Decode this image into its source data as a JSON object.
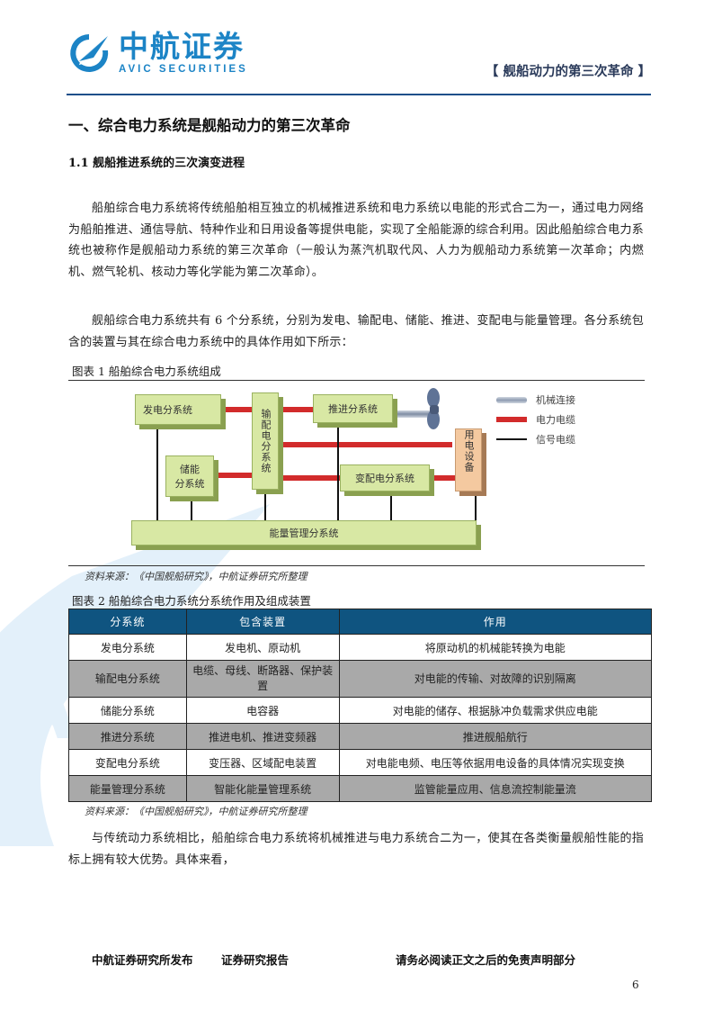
{
  "header": {
    "logo_cn": "中航证券",
    "logo_en": "AVIC SECURITIES",
    "logo_mark_text": "AVIC",
    "report_tag": "【 舰船动力的第三次革命 】"
  },
  "section": {
    "h1": "一、综合电力系统是舰船动力的第三次革命",
    "h2": "1.1 舰船推进系统的三次演变进程"
  },
  "paragraphs": [
    "船舶综合电力系统将传统船舶相互独立的机械推进系统和电力系统以电能的形式合二为一，通过电力网络为船舶推进、通信导航、特种作业和日用设备等提供电能，实现了全船能源的综合利用。因此船舶综合电力系统也被称作是舰船动力系统的第三次革命（一般认为蒸汽机取代风、人力为舰船动力系统第一次革命；内燃机、燃气轮机、核动力等化学能为第二次革命）。",
    "舰船综合电力系统共有 6 个分系统，分别为发电、输配电、储能、推进、变配电与能量管理。各分系统包含的装置与其在综合电力系统中的具体作用如下所示：",
    "与传统动力系统相比，船舶综合电力系统将机械推进与电力系统合二为一，使其在各类衡量舰船性能的指标上拥有较大优势。具体来看，"
  ],
  "figure1": {
    "title": "图表 1 船舶综合电力系统组成",
    "source": "资料来源：《中国舰船研究》，中航证券研究所整理",
    "boxes": {
      "generation": "发电分系统",
      "distribution": "输配电分系统",
      "propulsion": "推进分系统",
      "storage_line1": "储能",
      "storage_line2": "分系统",
      "conversion": "变配电分系统",
      "load": "用电设备",
      "energy_mgmt": "能量管理分系统"
    },
    "legend": [
      {
        "label": "机械连接",
        "color": "#8e9bb0"
      },
      {
        "label": "电力电缆",
        "color": "#d22b2b"
      },
      {
        "label": "信号电缆",
        "color": "#111111"
      }
    ]
  },
  "figure2": {
    "title": "图表 2 船舶综合电力系统分系统作用及组成装置",
    "source": "资料来源：《中国舰船研究》，中航证券研究所整理",
    "columns": [
      "分系统",
      "包含装置",
      "作用"
    ],
    "rows": [
      [
        "发电分系统",
        "发电机、原动机",
        "将原动机的机械能转换为电能"
      ],
      [
        "输配电分系统",
        "电缆、母线、断路器、保护装置",
        "对电能的传输、对故障的识别隔离"
      ],
      [
        "储能分系统",
        "电容器",
        "对电能的储存、根据脉冲负载需求供应电能"
      ],
      [
        "推进分系统",
        "推进电机、推进变频器",
        "推进舰船航行"
      ],
      [
        "变配电分系统",
        "变压器、区域配电装置",
        "对电能电频、电压等依据用电设备的具体情况实现变换"
      ],
      [
        "能量管理分系统",
        "智能化能量管理系统",
        "监管能量应用、信息流控制能量流"
      ]
    ]
  },
  "footer": {
    "publisher": "中航证券研究所发布",
    "report_type": "证券研究报告",
    "disclaimer": "请务必阅读正文之后的免责声明部分",
    "page_number": "6"
  },
  "colors": {
    "brand_blue": "#1c84c6",
    "rule_blue": "#1e4f8a",
    "table_header": "#0f5480",
    "table_gray": "#a9a9a9",
    "box_green": "#d8e8a4",
    "box_peach": "#f4c9a0"
  }
}
